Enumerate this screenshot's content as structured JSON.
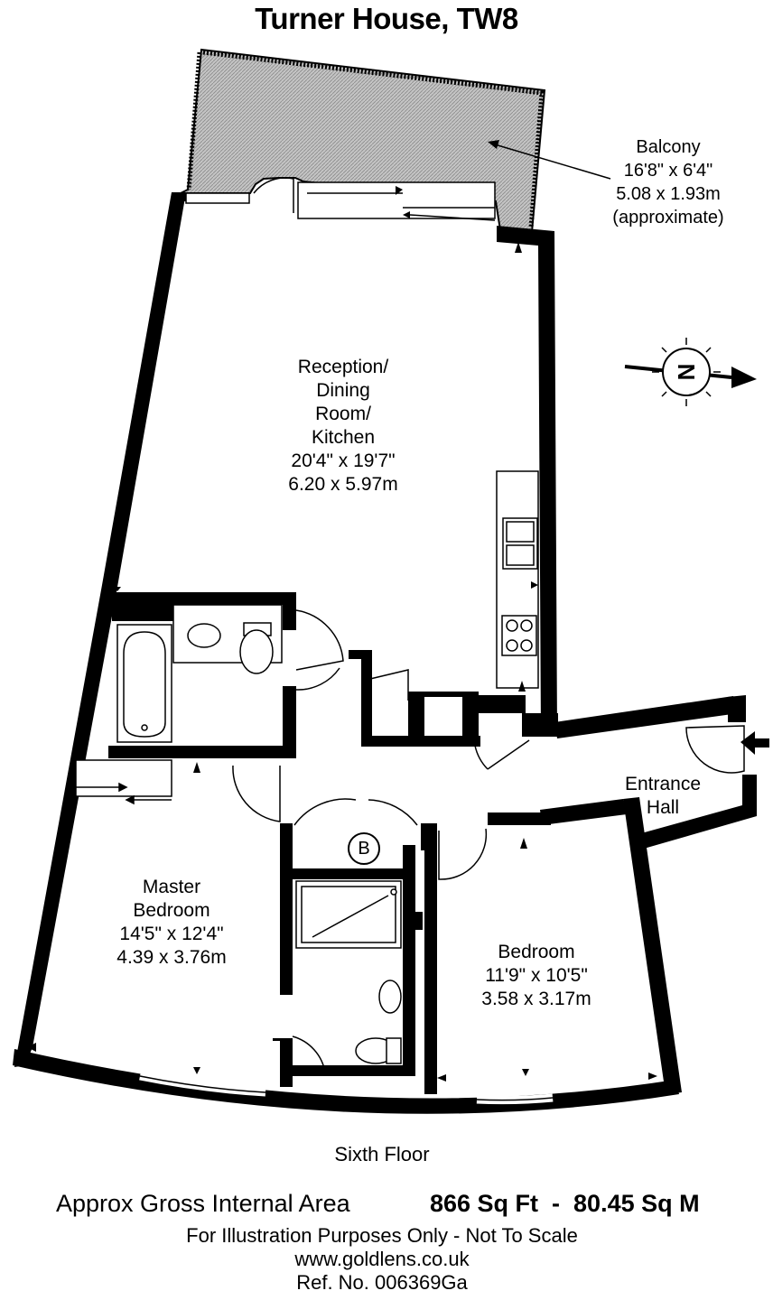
{
  "title": "Turner House, TW8",
  "rooms": {
    "balcony": {
      "lines": [
        "Balcony",
        "16'8\" x 6'4\"",
        "5.08 x 1.93m",
        "(approximate)"
      ]
    },
    "reception": {
      "lines": [
        "Reception/",
        "Dining",
        "Room/",
        "Kitchen",
        "20'4\" x 19'7\"",
        "6.20 x 5.97m"
      ]
    },
    "entrance": {
      "lines": [
        "Entrance",
        "Hall"
      ]
    },
    "master": {
      "lines": [
        "Master",
        "Bedroom",
        "14'5\" x 12'4\"",
        "4.39 x 3.76m"
      ]
    },
    "bedroom": {
      "lines": [
        "Bedroom",
        "11'9\" x 10'5\"",
        "3.58 x 3.17m"
      ]
    }
  },
  "boiler_label": "B",
  "compass_label": "N",
  "floor_name": "Sixth Floor",
  "area": {
    "label": "Approx Gross Internal Area",
    "value": "866 Sq Ft  -  80.45 Sq M"
  },
  "footer": {
    "disclaimer": "For Illustration Purposes Only - Not To Scale",
    "website": "www.goldlens.co.uk",
    "ref": "Ref. No. 006369Ga"
  },
  "colors": {
    "wall": "#000000",
    "balcony_fill": "#b9b9b9",
    "background": "#ffffff"
  }
}
